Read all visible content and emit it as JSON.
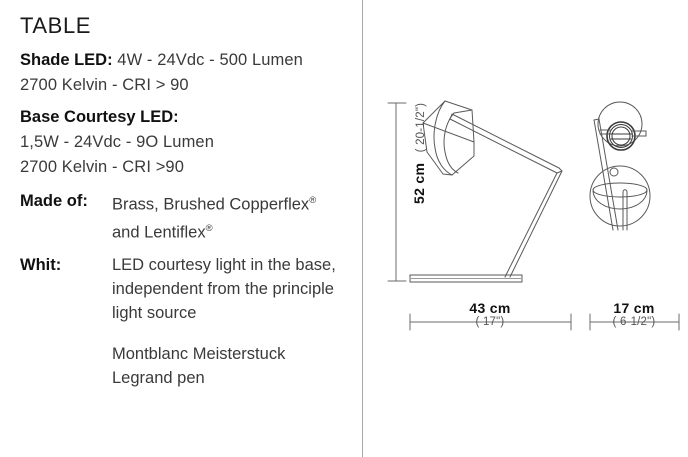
{
  "page_title": "TABLE",
  "specs": {
    "shade_led": {
      "label": "Shade LED:",
      "value": "4W - 24Vdc - 500 Lumen",
      "line2": "2700 Kelvin  - CRI > 90"
    },
    "base_courtesy_led": {
      "label": "Base Courtesy LED:",
      "line1": "1,5W - 24Vdc  - 9O Lumen",
      "line2": "2700 Kelvin  - CRI >90"
    },
    "made_of": {
      "label": "Made of:",
      "line1": "Brass, Brushed Copperflex",
      "line1_mark": "®",
      "line2": "and Lentiflex",
      "line2_mark": "®"
    },
    "whit": {
      "label": "Whit:",
      "line1": "LED courtesy light in the base,",
      "line2": "independent from the principle",
      "line3": "light source",
      "line4": "Montblanc  Meisterstuck",
      "line5": "Legrand pen"
    }
  },
  "dimensions": {
    "height": {
      "main": "52  cm",
      "sub": "( 20-1/2\")"
    },
    "width": {
      "main": "43  cm",
      "sub": "( 17\")"
    },
    "depth": {
      "main": "17  cm",
      "sub": "( 6-1/2\")"
    }
  },
  "colors": {
    "line": "#6b6b6b",
    "line_dark": "#3a3a3a",
    "divider": "#a8a8a8",
    "text": "#1a1a1a",
    "text_light": "#3a3a3a"
  }
}
